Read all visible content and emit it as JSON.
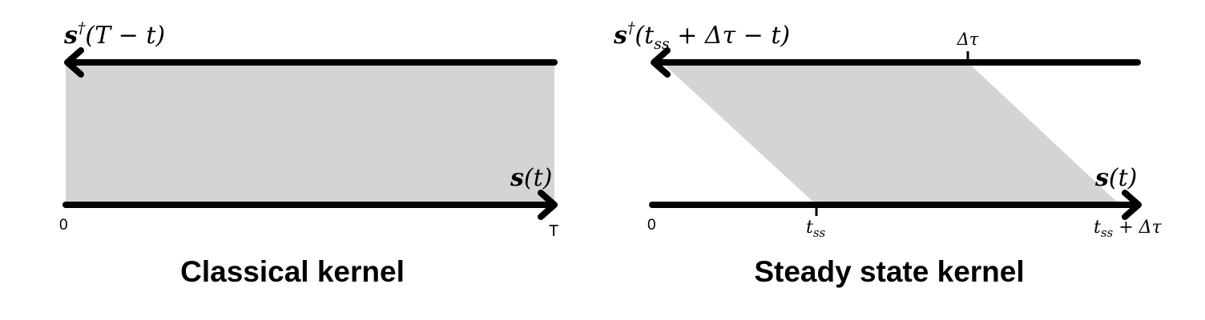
{
  "left_panel": {
    "title": "Classical kernel",
    "forward_signal": {
      "symbol": "s",
      "args": "(t)"
    },
    "adjoint_signal": {
      "symbol": "s",
      "superscript": "†",
      "args": "(T − t)"
    },
    "axis_start": "0",
    "axis_end": "T",
    "shaded_region": "rectangle"
  },
  "right_panel": {
    "title": "Steady state kernel",
    "forward_signal": {
      "symbol": "s",
      "args": "(t)"
    },
    "adjoint_signal": {
      "symbol": "s",
      "superscript": "†",
      "args_open": "(t",
      "args_sub": "ss",
      "args_close": " + Δτ − t)"
    },
    "axis_start": "0",
    "tick_bottom": {
      "main": "t",
      "sub": "ss"
    },
    "axis_end": {
      "main": "t",
      "sub": "ss",
      "rest": " + Δτ"
    },
    "tick_top": "Δτ",
    "shaded_region": "parallelogram"
  },
  "colors": {
    "arrow": "#000000",
    "shade": "#d4d4d4",
    "background": "#ffffff"
  }
}
